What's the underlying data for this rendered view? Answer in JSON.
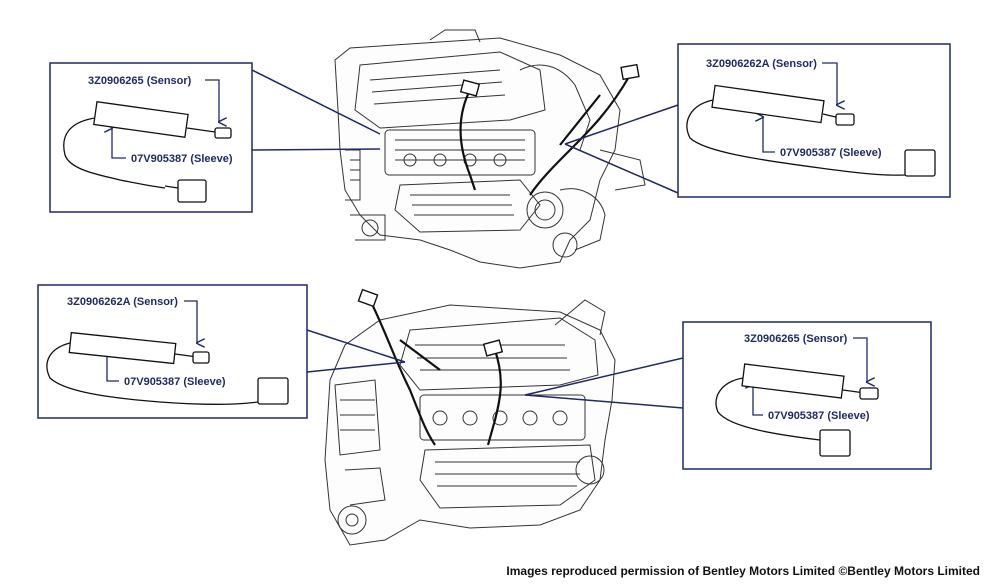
{
  "colors": {
    "accent": "#1f2a66",
    "line": "#222222"
  },
  "callouts": [
    {
      "id": "top-left",
      "sensor": "3Z0906265 (Sensor)",
      "sleeve": "07V905387 (Sleeve)"
    },
    {
      "id": "top-right",
      "sensor": "3Z0906262A (Sensor)",
      "sleeve": "07V905387 (Sleeve)"
    },
    {
      "id": "bottom-left",
      "sensor": "3Z0906262A (Sensor)",
      "sleeve": "07V905387 (Sleeve)"
    },
    {
      "id": "bottom-right",
      "sensor": "3Z0906265 (Sensor)",
      "sleeve": "07V905387 (Sleeve)"
    }
  ],
  "credit": "Images reproduced permission of Bentley Motors Limited ©Bentley Motors Limited"
}
